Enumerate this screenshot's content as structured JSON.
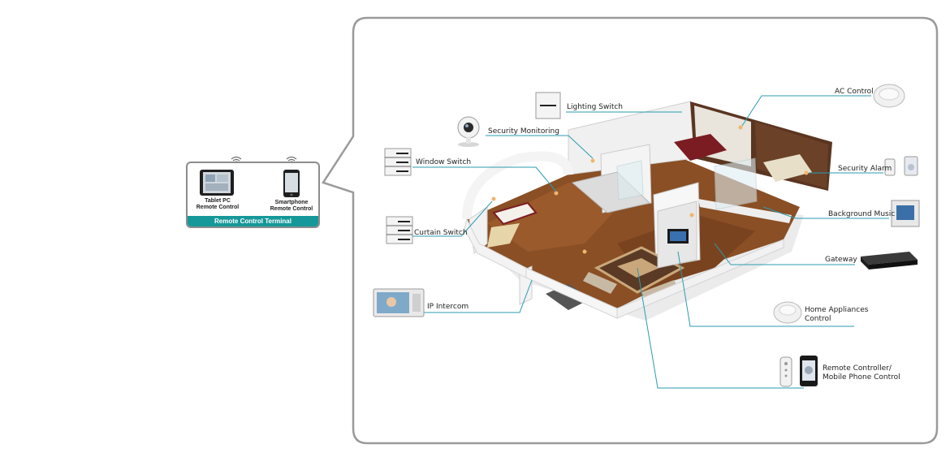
{
  "terminal": {
    "title": "Remote Control Terminal",
    "devices": [
      {
        "name": "Tablet PC",
        "role": "Remote Control",
        "icon": "tablet-icon"
      },
      {
        "name": "Smartphone",
        "role": "Remote Control",
        "icon": "smartphone-icon"
      }
    ]
  },
  "labels": {
    "lighting_switch": "Lighting Switch",
    "security_monitoring": "Security Monitoring",
    "window_switch": "Window Switch",
    "curtain_switch": "Curtain Switch",
    "ip_intercom": "IP Intercom",
    "ac_control": "AC Control",
    "security_alarm": "Security Alarm",
    "background_music": "Background Music",
    "gateway": "Gateway",
    "home_appliances_line1": "Home Appliances",
    "home_appliances_line2": "Control",
    "remote_line1": "Remote Controller/",
    "remote_line2": "Mobile Phone Control"
  },
  "colors": {
    "frame": "#9a9a9a",
    "leader_line": "#2a9bb0",
    "terminal_band": "#16989a",
    "floor": "#8a4f25",
    "wall": "#f2f2f2"
  }
}
